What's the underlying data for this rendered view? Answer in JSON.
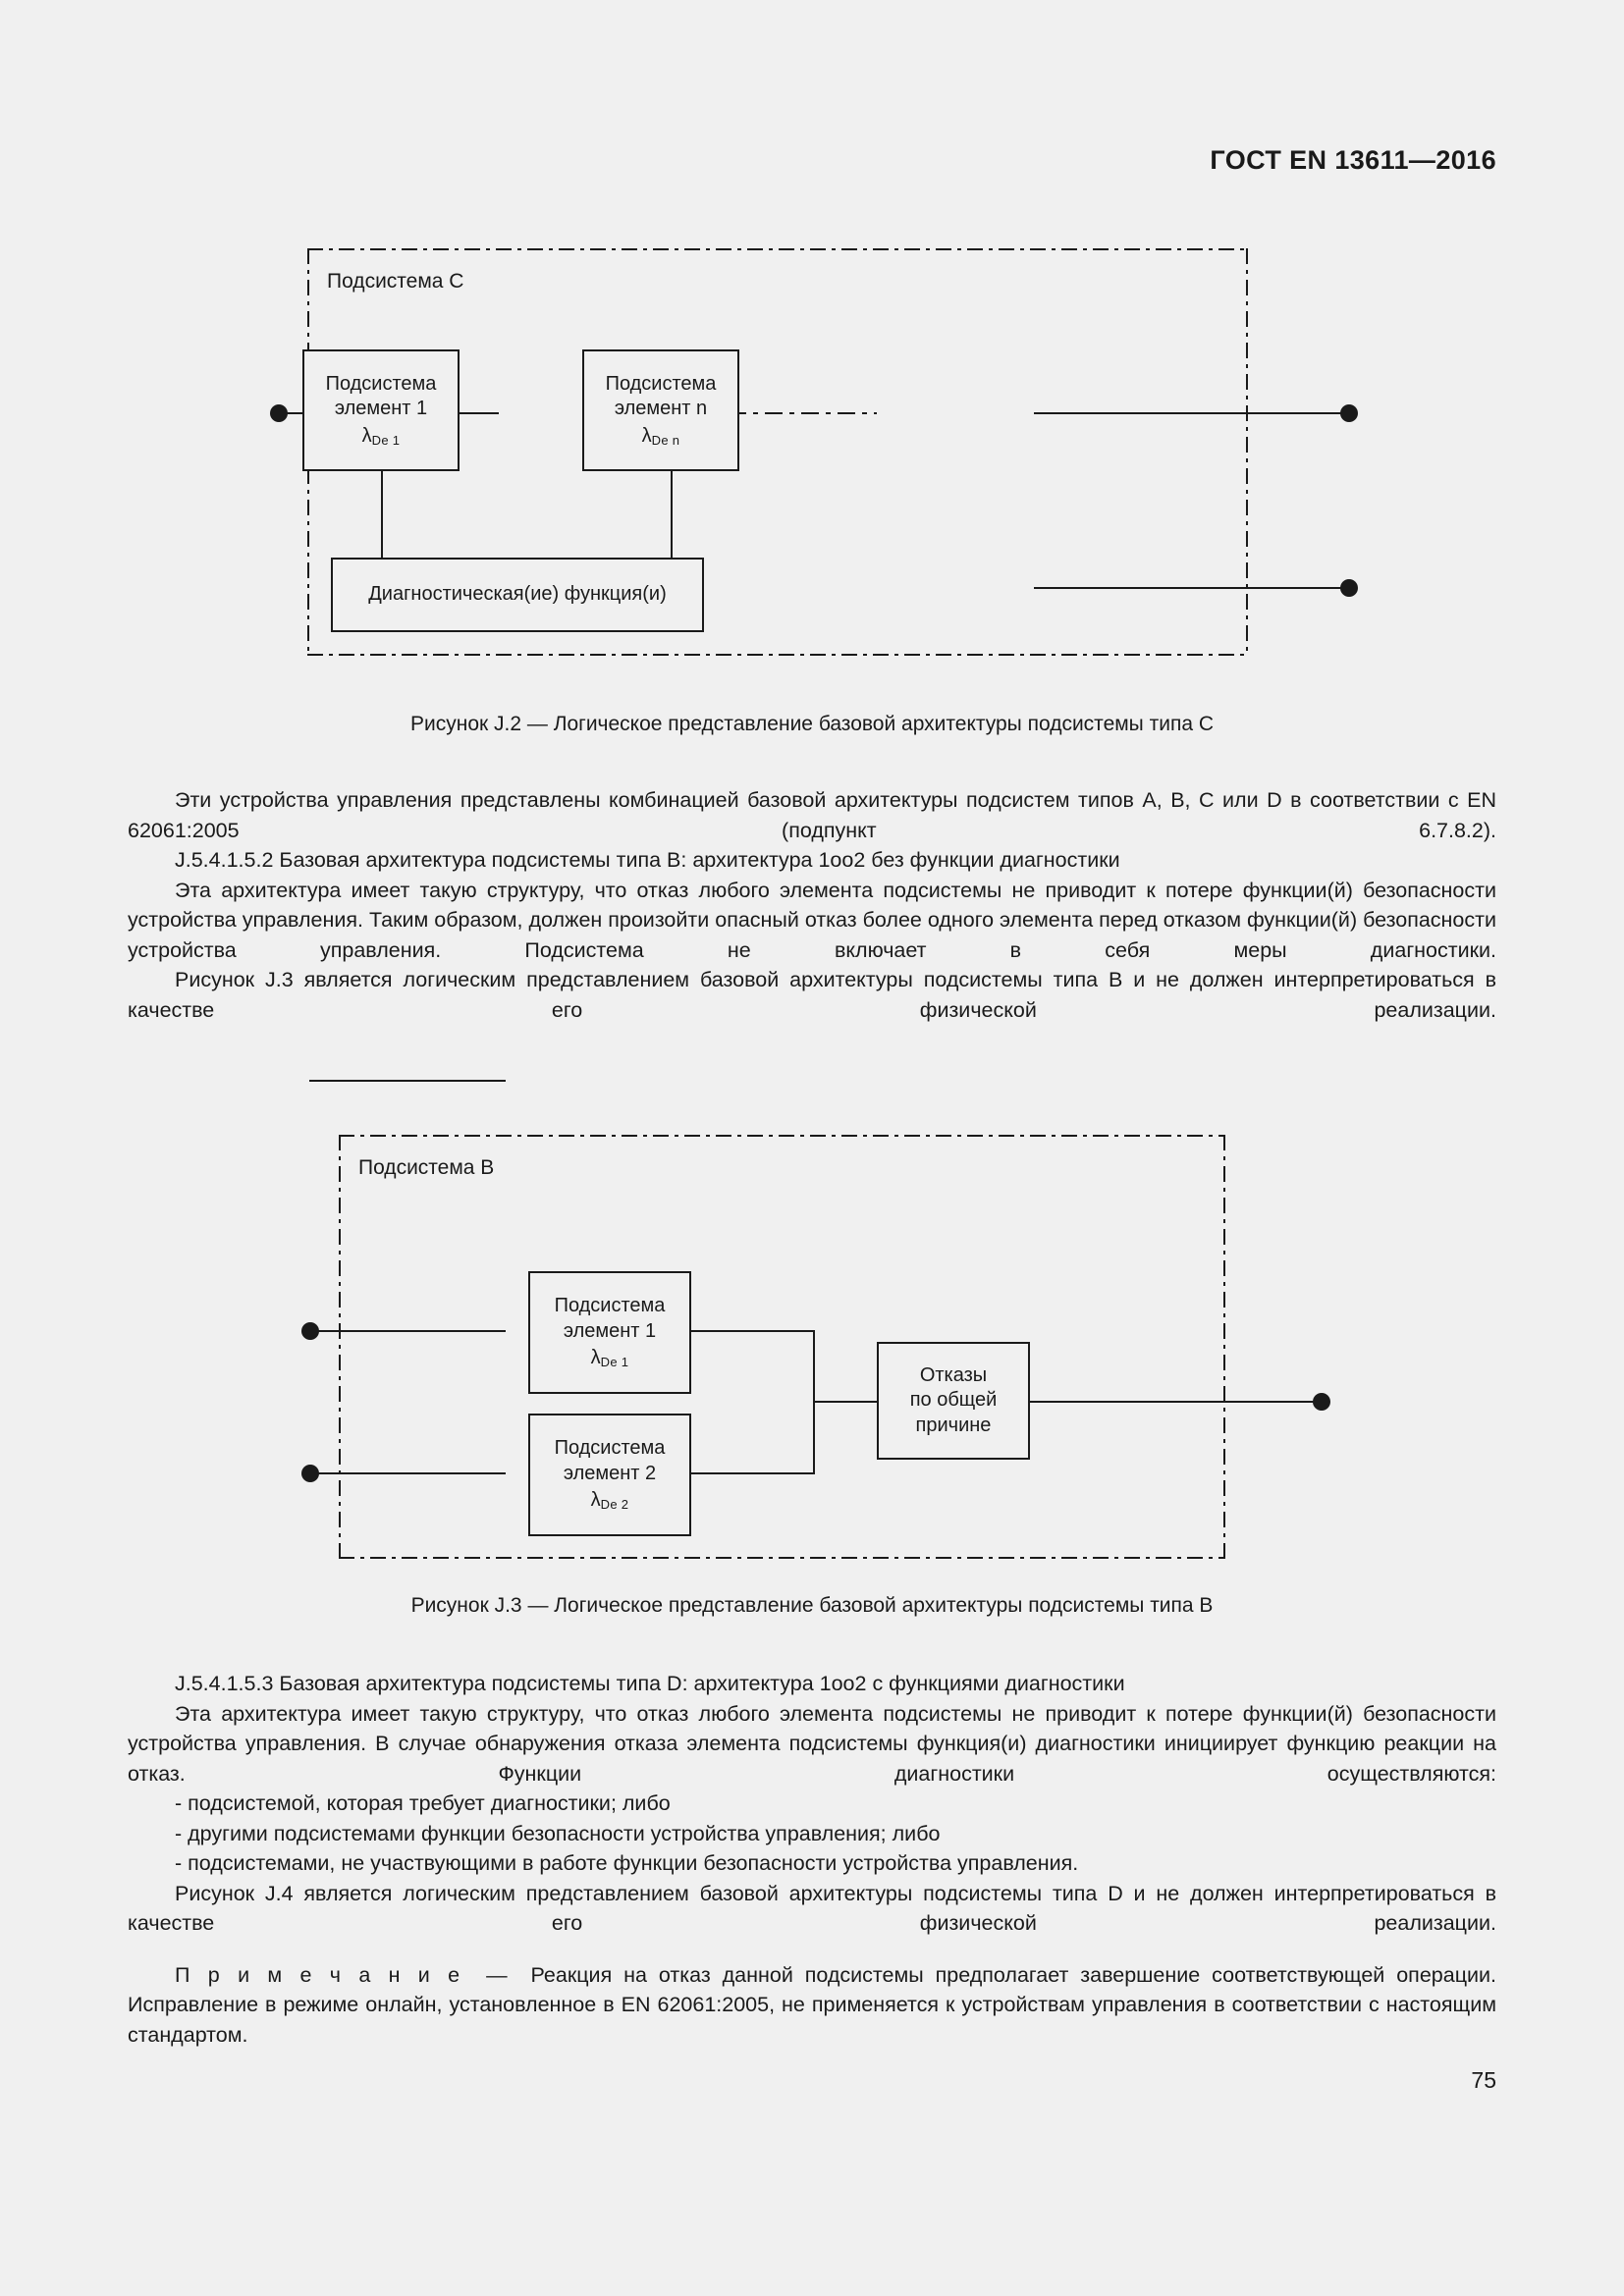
{
  "header": {
    "standard": "ГОСТ EN 13611—2016"
  },
  "figures": [
    {
      "id": "fig-j2",
      "frame_title": "Подсистема С",
      "nodes": [
        {
          "name": "element-1",
          "line1": "Подсистема",
          "line2": "элемент 1",
          "lambda": "λ",
          "lambda_sub": "De 1"
        },
        {
          "name": "element-n",
          "line1": "Подсистема",
          "line2": "элемент n",
          "lambda": "λ",
          "lambda_sub": "De n"
        },
        {
          "name": "diagnostic-function",
          "line1": "Диагностическая(ие) функция(и)"
        }
      ],
      "caption": "Рисунок J.2 — Логическое представление базовой архитектуры подсистемы типа С"
    },
    {
      "id": "fig-j3",
      "frame_title": "Подсистема В",
      "nodes": [
        {
          "name": "element-1",
          "line1": "Подсистема",
          "line2": "элемент 1",
          "lambda": "λ",
          "lambda_sub": "De 1"
        },
        {
          "name": "element-2",
          "line1": "Подсистема",
          "line2": "элемент 2",
          "lambda": "λ",
          "lambda_sub": "De 2"
        },
        {
          "name": "common-cause-failures",
          "line1": "Отказы",
          "line2": "по общей",
          "line3": "причине"
        }
      ],
      "caption": "Рисунок J.3 — Логическое представление базовой архитектуры подсистемы типа В"
    }
  ],
  "body": {
    "p1": "Эти устройства управления представлены комбинацией базовой архитектуры подсистем типов А, В, С или D в соответствии с EN 62061:2005 (подпункт 6.7.8.2).",
    "p2": "J.5.4.1.5.2 Базовая архитектура подсистемы типа В: архитектура 1оо2 без функции диагностики",
    "p3": "Эта архитектура имеет такую структуру, что отказ любого элемента подсистемы не приводит к потере функции(й) безопасности устройства управления. Таким образом, должен произойти опасный отказ более одного элемента перед отказом функции(й) безопасности устройства управления. Подсистема не включает в себя меры диагностики.",
    "p4": "Рисунок J.3 является логическим представлением базовой архитектуры подсистемы типа В и не должен интерпретироваться в качестве его физической реализации.",
    "p5": "J.5.4.1.5.3 Базовая архитектура подсистемы типа D: архитектура 1оо2 с функциями диагностики",
    "p6": "Эта архитектура имеет такую структуру, что отказ любого элемента подсистемы не приводит к потере функции(й) безопасности устройства управления. В случае обнаружения отказа элемента подсистемы функция(и) диагностики инициирует функцию реакции на отказ. Функции диагностики осуществляются:",
    "b1": "- подсистемой, которая требует диагностики; либо",
    "b2": "- другими подсистемами функции безопасности устройства управления; либо",
    "b3": "- подсистемами, не участвующими в работе функции безопасности устройства управления.",
    "p7": "Рисунок J.4 является логическим представлением базовой архитектуры подсистемы типа D и не должен интерпретироваться в качестве его физической реализации.",
    "note_label": "П р и м е ч а н и е",
    "note_dash": "—",
    "note_text": "Реакция на отказ данной подсистемы предполагает завершение соответствующей операции. Исправление в режиме онлайн, установленное в EN 62061:2005, не применяется к устройствам управления в соответствии с настоящим стандартом."
  },
  "footer": {
    "page_number": "75"
  }
}
